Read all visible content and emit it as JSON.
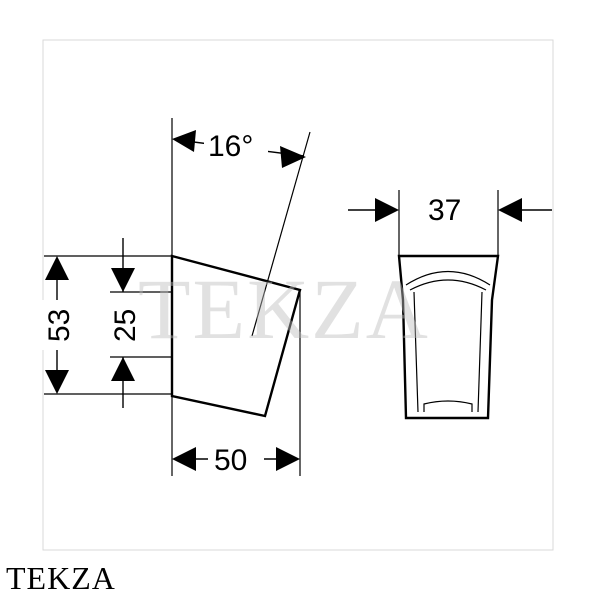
{
  "dimensions": {
    "angle": "16°",
    "overall_height": "53",
    "inner_height": "25",
    "depth": "50",
    "width": "37"
  },
  "watermark_text": "TEKZA",
  "brand_label": "TEKZA",
  "colors": {
    "line": "#000000",
    "frame": "#d9d9d9",
    "watermark": "#bdbdbd"
  }
}
